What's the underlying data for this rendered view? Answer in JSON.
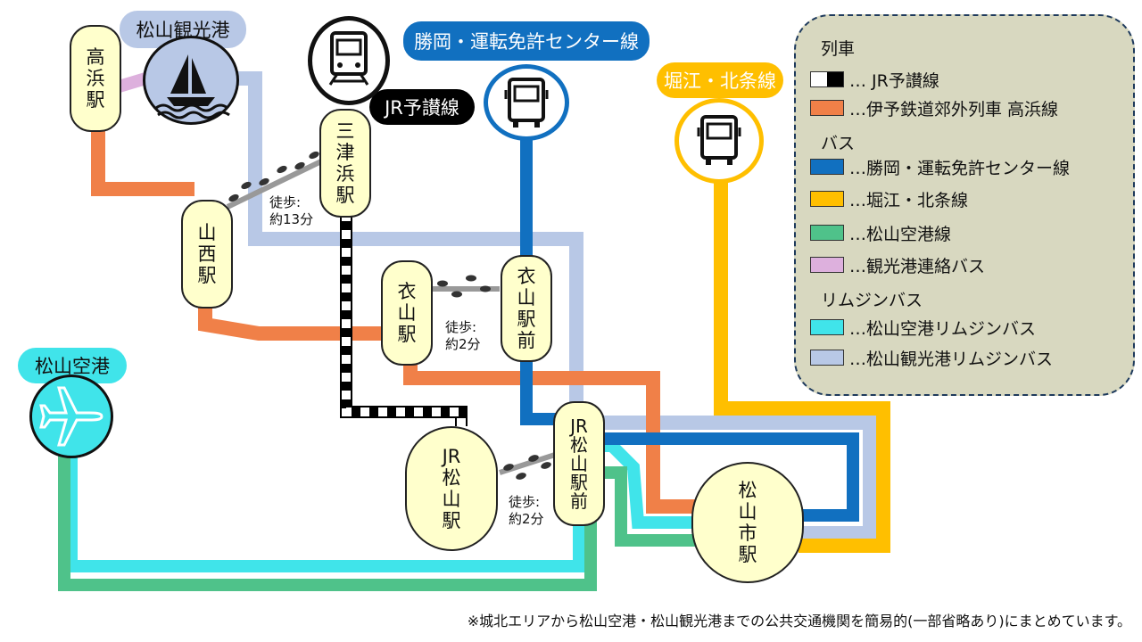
{
  "colors": {
    "jr": "#000000",
    "iyotetsu": "#f08048",
    "katsuoka": "#1170c0",
    "horie": "#ffbf00",
    "airport_bus": "#4fc28a",
    "kankoko_bus": "#ddb0dd",
    "airport_limo": "#40e4ea",
    "kankoko_limo": "#b8c8e6",
    "station_fill": "#ffffcc",
    "legend_bg": "#d8d8c0"
  },
  "stations": {
    "takahama": "高\n浜\n駅",
    "mitsuhama": "三\n津\n浜\n駅",
    "yamanishi": "山\n西\n駅",
    "kinuyama": "衣\n山\n駅",
    "kinuyama_ekimae": "衣\n山\n駅\n前",
    "jr_matsuyama": "JR\n松\n山\n駅",
    "jr_matsuyama_ekimae": "JR\n松\n山\n駅\n前",
    "matsuyamashi": "松\n山\n市\n駅"
  },
  "places": {
    "kankoko": "松山観光港",
    "airport": "松山空港",
    "jr_yosan": "JR予讃線",
    "katsuoka_line": "勝岡・運転免許センター線",
    "horie_line": "堀江・北条線"
  },
  "walks": {
    "mitsuhama": "徒歩:\n約13分",
    "kinuyama": "徒歩:\n約2分",
    "jr_matsuyama": "徒歩:\n約2分"
  },
  "legend": {
    "train_header": "列車",
    "bus_header": "バス",
    "limo_header": "リムジンバス",
    "items": [
      {
        "label": "… JR予讃線",
        "color": "jr"
      },
      {
        "label": "…伊予鉄道郊外列車 高浜線",
        "color": "iyotetsu"
      },
      {
        "label": "…勝岡・運転免許センター線",
        "color": "katsuoka"
      },
      {
        "label": "…堀江・北条線",
        "color": "horie"
      },
      {
        "label": "…松山空港線",
        "color": "airport_bus"
      },
      {
        "label": "…観光港連絡バス",
        "color": "kankoko_bus"
      },
      {
        "label": "…松山空港リムジンバス",
        "color": "airport_limo"
      },
      {
        "label": "…松山観光港リムジンバス",
        "color": "kankoko_limo"
      }
    ]
  },
  "note": "※城北エリアから松山空港・松山観光港までの公共交通機関を簡易的(一部省略あり)にまとめています。"
}
